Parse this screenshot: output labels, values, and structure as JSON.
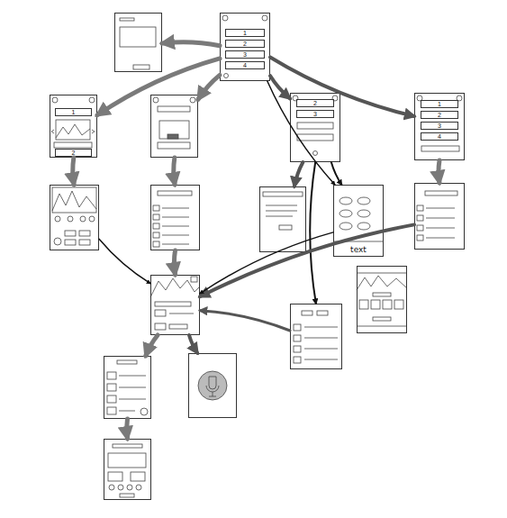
{
  "diagram": {
    "nodes": [
      {
        "text": []
      },
      {
        "text": []
      },
      {
        "text": [
          "1"
        ],
        "in": 1
      },
      {
        "text": [
          "2"
        ],
        "in": 1
      },
      {
        "text": [
          "3"
        ],
        "in": 1
      },
      {
        "text": [
          "4"
        ],
        "in": 1
      },
      {
        "text": []
      },
      {
        "text": [
          "1"
        ],
        "in": 6
      },
      {
        "text": [
          "2"
        ],
        "in": 6
      },
      {
        "text": []
      },
      {
        "text": []
      },
      {
        "text": [
          "2"
        ],
        "in": 10
      },
      {
        "text": [
          "3"
        ],
        "in": 10
      },
      {
        "text": []
      },
      {
        "text": [
          "1"
        ],
        "in": 13
      },
      {
        "text": [
          "2"
        ],
        "in": 13
      },
      {
        "text": [
          "3"
        ],
        "in": 13
      },
      {
        "text": [
          "4"
        ],
        "in": 13
      },
      {
        "text": []
      },
      {
        "text": []
      },
      {
        "text": []
      },
      {
        "text": [
          "text"
        ]
      },
      {
        "text": []
      },
      {
        "text": []
      },
      {
        "text": []
      },
      {
        "text": []
      },
      {
        "text": []
      },
      {
        "text": []
      },
      {
        "text": []
      }
    ],
    "edges": [
      {
        "from": 1,
        "to": 0,
        "arrow": "to"
      },
      {
        "from": 1,
        "to": 6,
        "arrow": "to"
      },
      {
        "from": 1,
        "to": 9,
        "arrow": "to"
      },
      {
        "from": 1,
        "to": 10,
        "arrow": "to"
      },
      {
        "from": 1,
        "to": 13,
        "arrow": "to"
      },
      {
        "from": 1,
        "to": 21,
        "arrow": "to"
      },
      {
        "from": 6,
        "to": 18,
        "arrow": "to"
      },
      {
        "from": 9,
        "to": 19,
        "arrow": "to"
      },
      {
        "from": 10,
        "to": 20,
        "arrow": "to"
      },
      {
        "from": 10,
        "to": 21,
        "arrow": "to"
      },
      {
        "from": 10,
        "to": 25,
        "arrow": "to"
      },
      {
        "from": 13,
        "to": 22,
        "arrow": "to"
      },
      {
        "from": 18,
        "to": 23,
        "arrow": "to"
      },
      {
        "from": 19,
        "to": 23,
        "arrow": "to"
      },
      {
        "from": 22,
        "to": 23,
        "arrow": "to"
      },
      {
        "from": 21,
        "to": 23,
        "arrow": "to"
      },
      {
        "from": 25,
        "to": 23,
        "arrow": "to"
      },
      {
        "from": 23,
        "to": 26,
        "arrow": "to"
      },
      {
        "from": 23,
        "to": 27,
        "arrow": "to"
      },
      {
        "from": 26,
        "to": 28,
        "arrow": "to"
      }
    ]
  }
}
